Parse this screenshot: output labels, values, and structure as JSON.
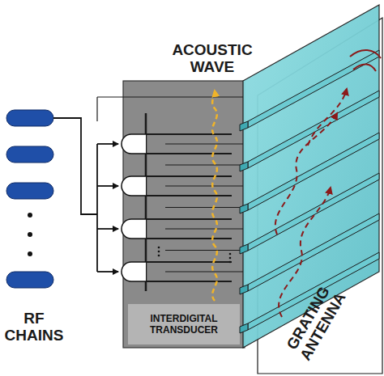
{
  "diagram": {
    "nodes": [
      {
        "text": [
          "INTERDIGITAL TRANSDUCER"
        ]
      }
    ],
    "labels": [
      "ACOUSTIC WAVE",
      "RF CHAINS",
      "GRATING ANTENNA"
    ]
  }
}
